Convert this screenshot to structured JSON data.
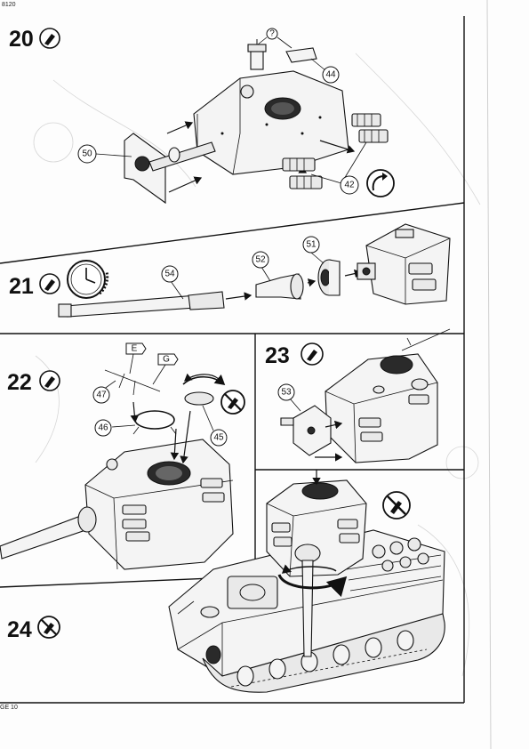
{
  "header": {
    "corner_fragment": "8120"
  },
  "footer": {
    "page_label": "GE 10"
  },
  "steps": [
    {
      "number": "20",
      "parts": [
        "44",
        "50",
        "42"
      ],
      "help_marker": "?"
    },
    {
      "number": "21",
      "parts": [
        "54",
        "52",
        "51"
      ]
    },
    {
      "number": "22",
      "parts": [
        "47",
        "46",
        "45"
      ],
      "tags": [
        "E",
        "G"
      ]
    },
    {
      "number": "23",
      "parts": [
        "53"
      ]
    },
    {
      "number": "24",
      "parts": []
    }
  ],
  "colors": {
    "ink": "#111111",
    "paper": "#fdfdfd"
  },
  "icons": [
    "glue-icon",
    "no-glue-icon",
    "rotate-icon",
    "clock-icon",
    "question-icon"
  ]
}
